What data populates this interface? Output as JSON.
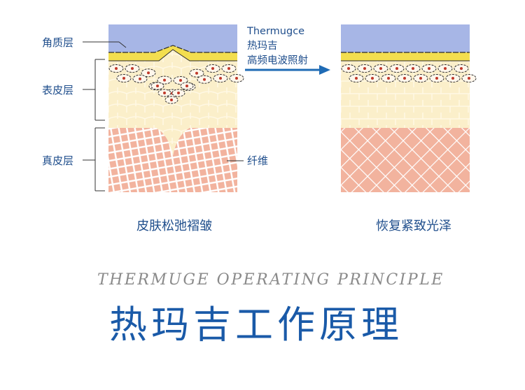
{
  "labels": {
    "stratum_corneum": "角质层",
    "epidermis": "表皮层",
    "dermis": "真皮层",
    "fiber": "纤维"
  },
  "arrow_text": {
    "line1": "Thermugce",
    "line2": "热玛吉",
    "line3": "高频电波照射"
  },
  "captions": {
    "before": "皮肤松弛褶皱",
    "after": "恢复紧致光泽"
  },
  "titles": {
    "english": "THERMUGE OPERATING PRINCIPLE",
    "chinese": "热玛吉工作原理"
  },
  "colors": {
    "label_blue": "#1f4e8c",
    "title_blue": "#1a5aa8",
    "sky": "#a7b6e6",
    "corneum_yellow": "#f3de4f",
    "epidermis_cream": "#fbefca",
    "dermis_pink": "#f2b39e"
  }
}
